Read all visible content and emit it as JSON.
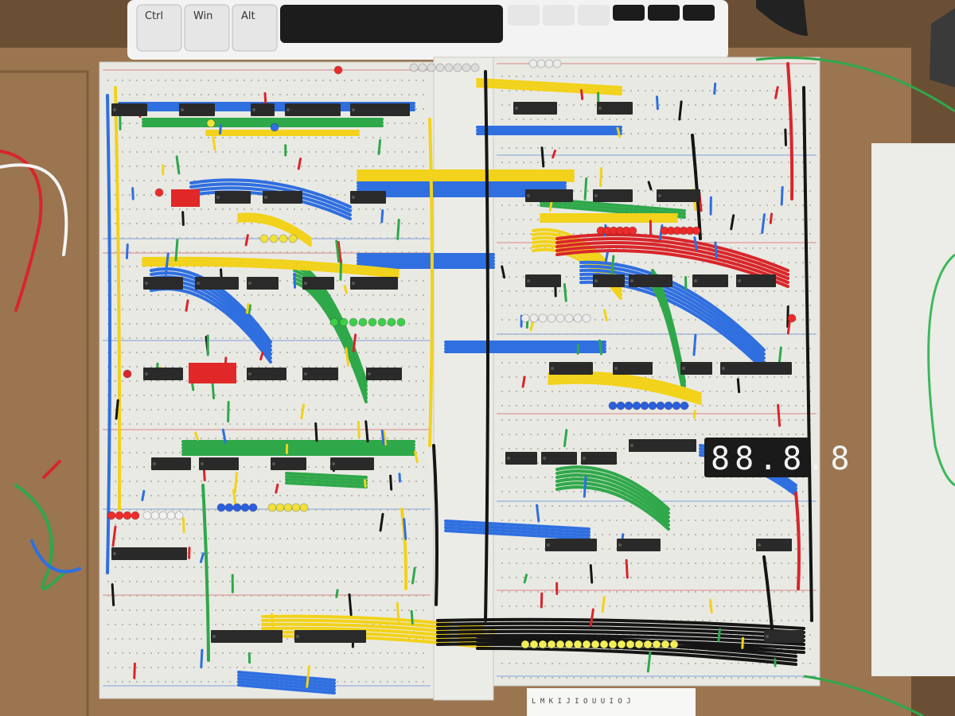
{
  "scene": {
    "subject": "breadboard-computer",
    "colors": {
      "desk": "#7a5a3a",
      "cardboard": "#9a7550",
      "breadboard": "#e9e9e4",
      "chip": "#2a2a2a",
      "wire_blue": "#2f6fe0",
      "wire_yellow": "#f2d21a",
      "wire_green": "#2fa84a",
      "wire_red": "#d8262a",
      "wire_black": "#151515"
    }
  },
  "keyboard": {
    "keys": [
      "Ctrl",
      "Win",
      "Alt"
    ]
  },
  "display": {
    "digits": "88.8.8"
  },
  "bottom_note": {
    "text": "L M K I J I O U U I O J"
  }
}
